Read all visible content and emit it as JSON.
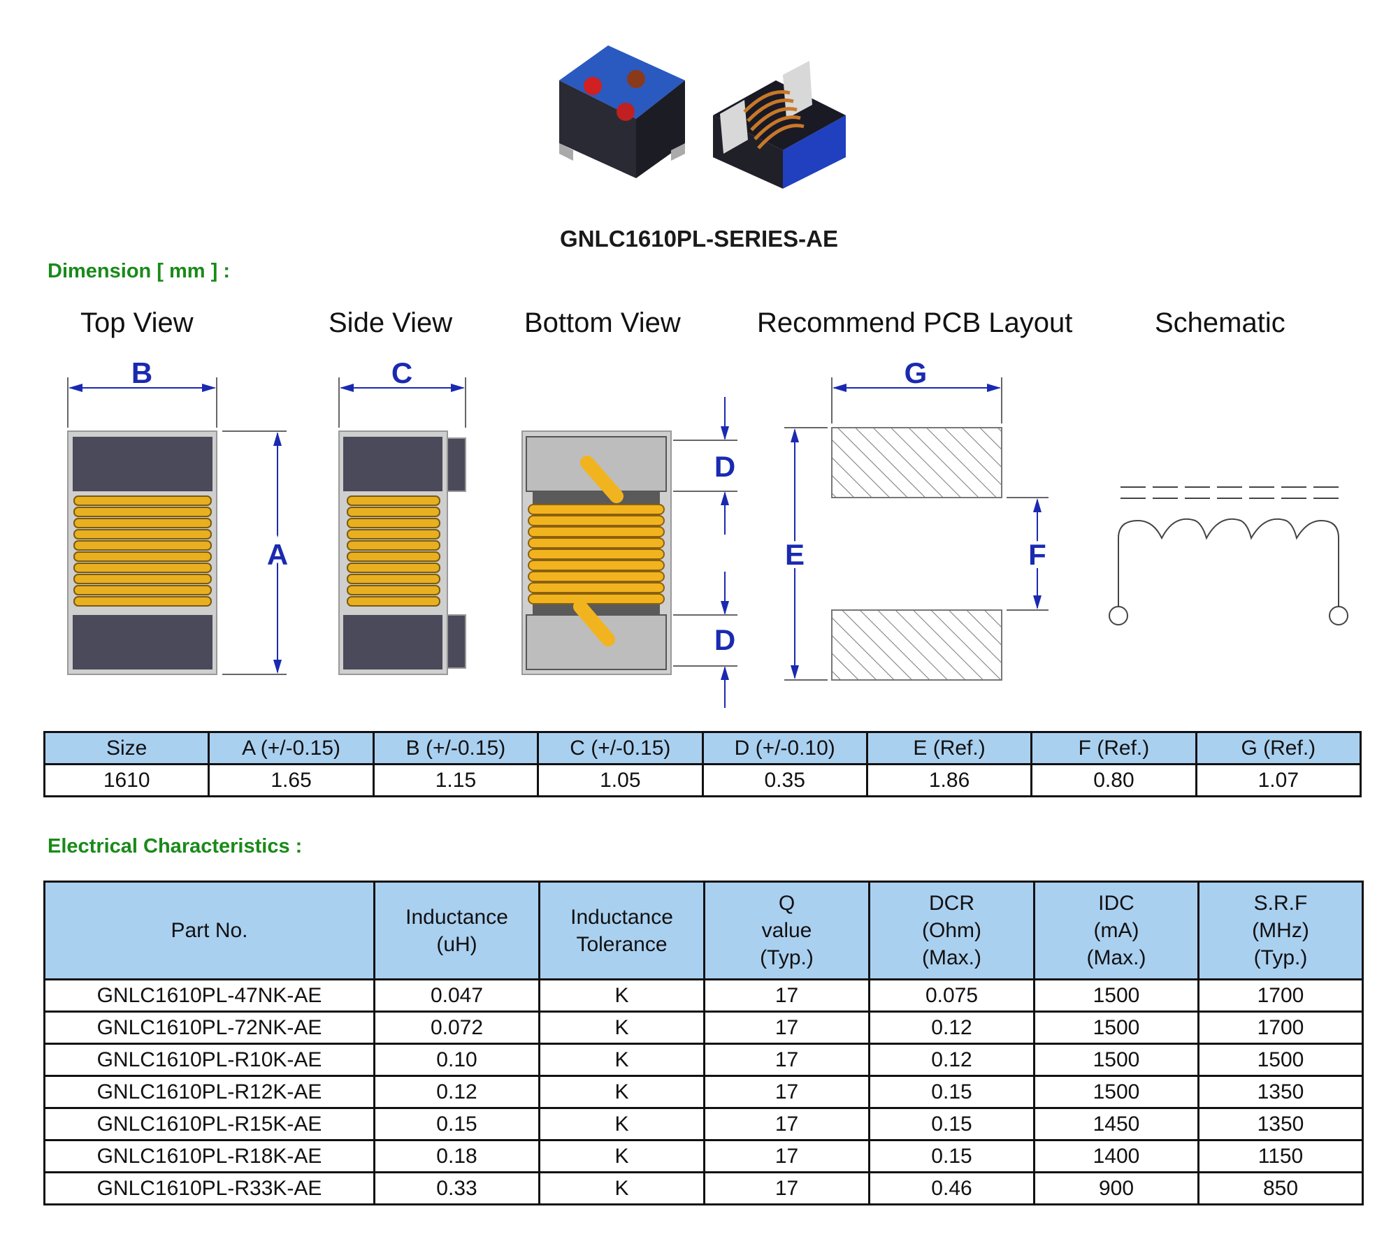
{
  "series_title": "GNLC1610PL-SERIES-AE",
  "dimension_heading": "Dimension [ mm ] :",
  "electrical_heading": "Electrical Characteristics :",
  "views": {
    "top": "Top View",
    "side": "Side View",
    "bottom": "Bottom View",
    "pcb": "Recommend PCB Layout",
    "schematic": "Schematic"
  },
  "dim_letters": {
    "a": "A",
    "b": "B",
    "c": "C",
    "d": "D",
    "e": "E",
    "f": "F",
    "g": "G"
  },
  "colors": {
    "heading_green": "#1a8a1a",
    "header_blue": "#aad0f0",
    "winding_gold": "#e8b020",
    "electrode_gray": "#4a4a5a",
    "dim_blue": "#1a2ab0"
  },
  "dimension_table": {
    "headers": [
      "Size",
      "A (+/-0.15)",
      "B (+/-0.15)",
      "C (+/-0.15)",
      "D (+/-0.10)",
      "E (Ref.)",
      "F (Ref.)",
      "G (Ref.)"
    ],
    "row": [
      "1610",
      "1.65",
      "1.15",
      "1.05",
      "0.35",
      "1.86",
      "0.80",
      "1.07"
    ]
  },
  "electrical_table": {
    "headers": [
      [
        "Part No."
      ],
      [
        "Inductance",
        "(uH)"
      ],
      [
        "Inductance",
        "Tolerance"
      ],
      [
        "Q",
        "value",
        "(Typ.)"
      ],
      [
        "DCR",
        "(Ohm)",
        "(Max.)"
      ],
      [
        "IDC",
        "(mA)",
        "(Max.)"
      ],
      [
        "S.R.F",
        "(MHz)",
        "(Typ.)"
      ]
    ],
    "rows": [
      [
        "GNLC1610PL-47NK-AE",
        "0.047",
        "K",
        "17",
        "0.075",
        "1500",
        "1700"
      ],
      [
        "GNLC1610PL-72NK-AE",
        "0.072",
        "K",
        "17",
        "0.12",
        "1500",
        "1700"
      ],
      [
        "GNLC1610PL-R10K-AE",
        "0.10",
        "K",
        "17",
        "0.12",
        "1500",
        "1500"
      ],
      [
        "GNLC1610PL-R12K-AE",
        "0.12",
        "K",
        "17",
        "0.15",
        "1500",
        "1350"
      ],
      [
        "GNLC1610PL-R15K-AE",
        "0.15",
        "K",
        "17",
        "0.15",
        "1450",
        "1350"
      ],
      [
        "GNLC1610PL-R18K-AE",
        "0.18",
        "K",
        "17",
        "0.15",
        "1400",
        "1150"
      ],
      [
        "GNLC1610PL-R33K-AE",
        "0.33",
        "K",
        "17",
        "0.46",
        "900",
        "850"
      ]
    ]
  }
}
